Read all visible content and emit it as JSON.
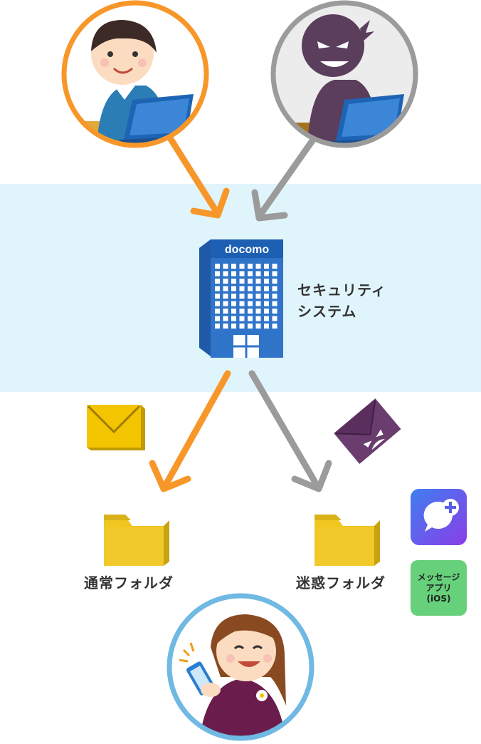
{
  "building": {
    "sign": "docomo"
  },
  "security_system": {
    "line1": "セキュリティ",
    "line2": "システム"
  },
  "folders": {
    "normal_label": "通常フォルダ",
    "spam_label": "迷惑フォルダ"
  },
  "app_badge": {
    "line1": "メッセージ",
    "line2": "アプリ",
    "line3": "(iOS)"
  },
  "icons": [
    "legit-sender-avatar",
    "malicious-sender-avatar",
    "docomo-building-icon",
    "mail-envelope-icon",
    "spam-envelope-icon",
    "normal-folder-icon",
    "spam-folder-icon",
    "message-app-icon",
    "recipient-avatar"
  ],
  "colors": {
    "band": "#e0f4fb",
    "orange": "#f7972a",
    "gray": "#9b9b9b",
    "blue": "#6fb9e3",
    "folder": "#f0c620",
    "building": "#2f74c9"
  }
}
